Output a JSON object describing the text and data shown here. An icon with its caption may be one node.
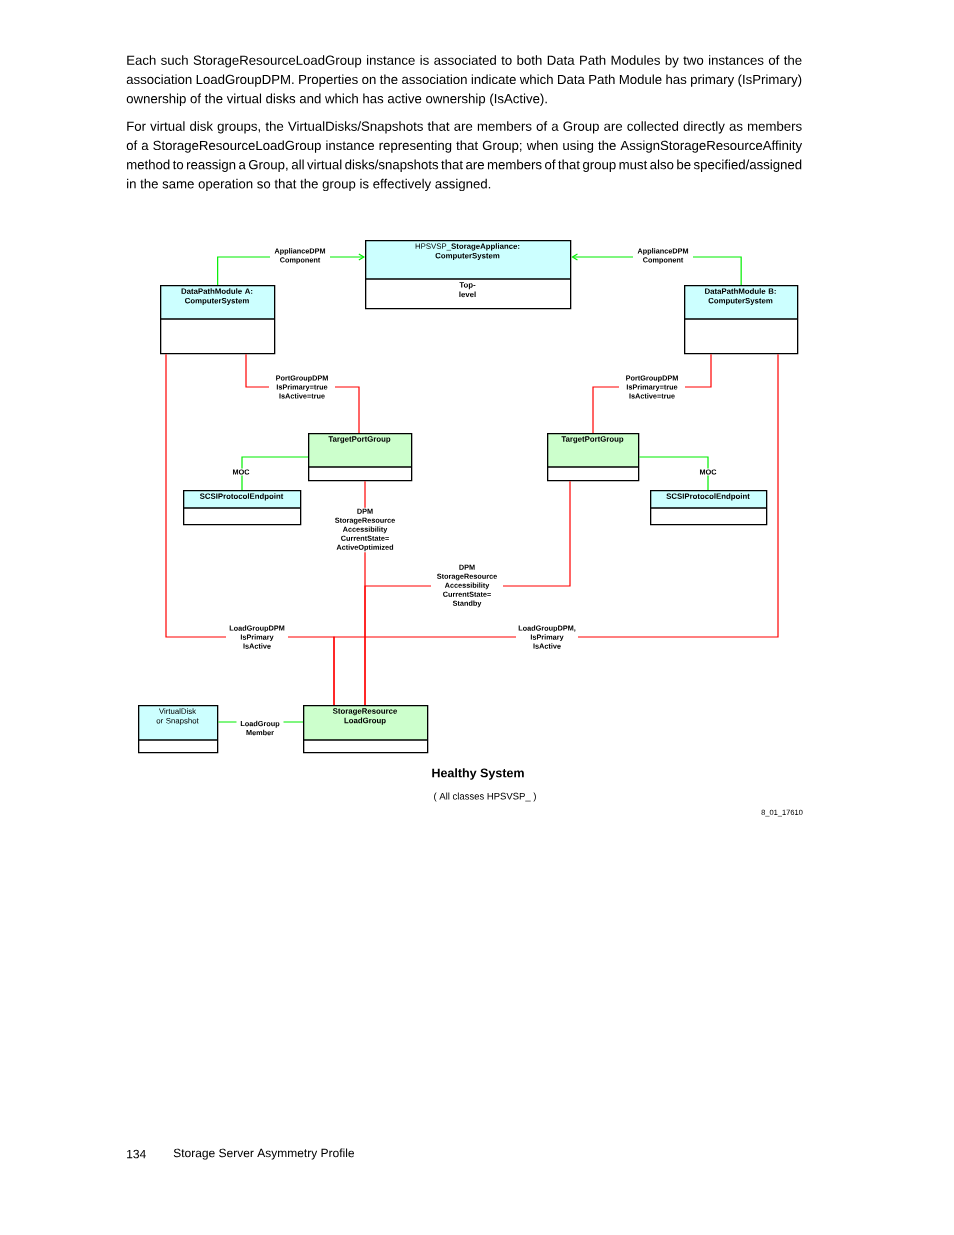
{
  "diagram": {
    "caption": "Healthy System",
    "nodes": [
      {
        "text": [
          "HPSVSP_**StorageAppliance: ComputerSystem**",
          "Top- level"
        ]
      },
      {
        "text": [
          "DataPathModule A: ComputerSystem"
        ]
      },
      {
        "text": [
          "DataPathModule B: ComputerSystem"
        ]
      },
      {
        "text": [
          "TargetPortGroup"
        ]
      },
      {
        "text": [
          "TargetPortGroup"
        ]
      },
      {
        "text": [
          "SCSIProtocolEndpoint"
        ]
      },
      {
        "text": [
          "SCSIProtocolEndpoint"
        ]
      },
      {
        "text": [
          "VirtualDisk or Snapshot"
        ]
      },
      {
        "text": [
          "StorageResource LoadGroup"
        ]
      }
    ],
    "edges": [
      {
        "from": 1,
        "to": 0,
        "arrow": "to",
        "label": "ApplianceDPM Component",
        "color": "#00ee00"
      },
      {
        "from": 2,
        "to": 0,
        "arrow": "to",
        "label": "ApplianceDPM Component",
        "color": "#00ee00"
      },
      {
        "from": 1,
        "to": 3,
        "arrow": "none",
        "label": "PortGroupDPM IsPrimary=true IsActive=true",
        "color": "#ff0000"
      },
      {
        "from": 2,
        "to": 4,
        "arrow": "none",
        "label": "PortGroupDPM IsPrimary=true IsActive=true",
        "color": "#ff0000"
      },
      {
        "from": 3,
        "to": 5,
        "arrow": "none",
        "label": "MOC",
        "color": "#00ee00"
      },
      {
        "from": 4,
        "to": 6,
        "arrow": "none",
        "label": "MOC",
        "color": "#00ee00"
      },
      {
        "from": 3,
        "to": 8,
        "arrow": "none",
        "label": "DPM StorageResource Accessibility CurrentState= ActiveOptimized",
        "color": "#ff0000"
      },
      {
        "from": 4,
        "to": 8,
        "arrow": "none",
        "label": "DPM StorageResource Accessibility CurrentState= Standby",
        "color": "#ff0000"
      },
      {
        "from": 1,
        "to": 8,
        "arrow": "none",
        "label": "LoadGroupDPM IsPrimary IsActive",
        "color": "#ff0000"
      },
      {
        "from": 2,
        "to": 8,
        "arrow": "none",
        "label": "LoadGroupDPM, IsPrimary IsActive",
        "color": "#ff0000"
      },
      {
        "from": 7,
        "to": 8,
        "arrow": "none",
        "label": "LoadGroup Member",
        "color": "#00ee00"
      }
    ],
    "labels": [
      "Each such StorageResourceLoadGroup instance is associated to both Data Path Modules by two instances of the association LoadGroupDPM. Properties on the association indicate which Data Path Module has primary (IsPrimary) ownership of the virtual disks and which has active ownership (IsActive).",
      "For virtual disk groups, the VirtualDisks/Snapshots that are members of a Group are collected directly as members of a StorageResourceLoadGroup instance representing that Group; when using the AssignStorageResourceAffinity method to reassign a Group, all virtual disks/snapshots that are members of that group must also be specified/assigned in the same operation so that the group is effectively assigned.",
      "( All classes HPSVSP_ )",
      "8_01_17610",
      "134",
      "Storage Server Asymmetry Profile"
    ]
  }
}
